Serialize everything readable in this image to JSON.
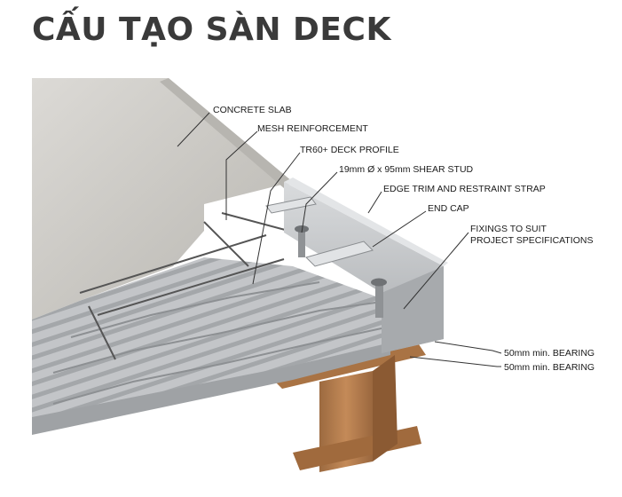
{
  "title": "CẤU TẠO SÀN DECK",
  "labels": {
    "concrete_slab": "CONCRETE SLAB",
    "mesh_reinforcement": "MESH REINFORCEMENT",
    "deck_profile": "TR60+ DECK PROFILE",
    "shear_stud": "19mm Ø x 95mm SHEAR STUD",
    "edge_trim": "EDGE TRIM AND RESTRAINT STRAP",
    "end_cap": "END CAP",
    "fixings_line1": "FIXINGS TO SUIT",
    "fixings_line2": "PROJECT SPECIFICATIONS",
    "bearing_1": "50mm min. BEARING",
    "bearing_2": "50mm min. BEARING"
  },
  "colors": {
    "concrete": "#c9c7c2",
    "steel": "#bcbfc2",
    "beam": "#b07a4e",
    "title": "#3a3a3a"
  }
}
